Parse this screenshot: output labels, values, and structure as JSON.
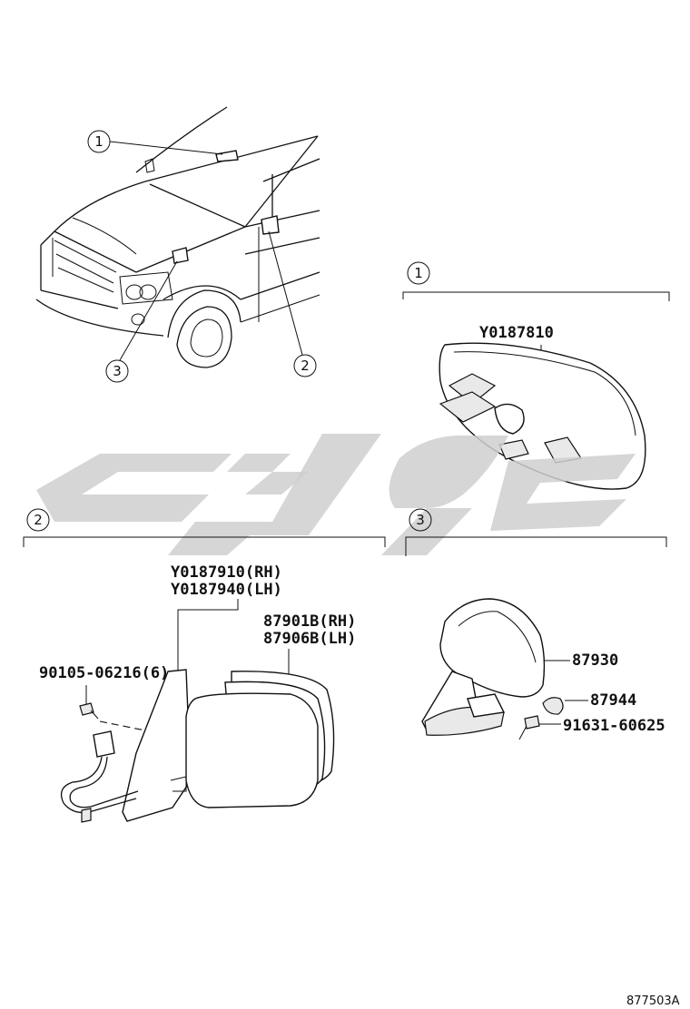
{
  "callouts": {
    "one_car": "1",
    "two_car": "2",
    "three_car": "3",
    "one_section": "1",
    "two_section": "2",
    "three_section": "3"
  },
  "parts": {
    "inner_mirror": "Y0187810",
    "outer_mirror_rh": "Y0187910(RH)",
    "outer_mirror_lh": "Y0187940(LH)",
    "mirror_glass_rh": "87901B(RH)",
    "mirror_glass_lh": "87906B(LH)",
    "screw": "90105-06216(6)",
    "fender_mirror": "87930",
    "cap": "87944",
    "bolt": "91631-60625"
  },
  "footer": {
    "drawing_code": "877503A"
  }
}
